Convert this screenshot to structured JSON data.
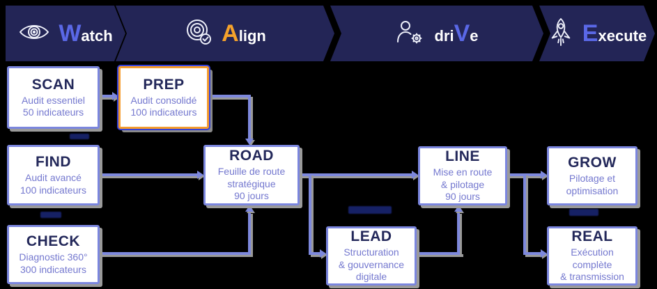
{
  "phases": [
    {
      "name": "Watch",
      "prefix": "",
      "initial": "W",
      "rest": "atch",
      "icon": "eye-icon",
      "initial_color": "#5a68e6"
    },
    {
      "name": "Align",
      "prefix": "",
      "initial": "A",
      "rest": "lign",
      "icon": "radar-check-icon",
      "initial_color": "#f5a22b"
    },
    {
      "name": "driVe",
      "prefix": "dri",
      "initial": "V",
      "rest": "e",
      "icon": "person-gear-icon",
      "initial_color": "#5a68e6"
    },
    {
      "name": "Execute",
      "prefix": "",
      "initial": "E",
      "rest": "xecute",
      "icon": "rocket-icon",
      "initial_color": "#5a68e6"
    }
  ],
  "boxes": {
    "scan": {
      "title": "SCAN",
      "line1": "Audit essentiel",
      "line2": "50 indicateurs"
    },
    "prep": {
      "title": "PREP",
      "line1": "Audit consolidé",
      "line2": "100 indicateurs",
      "highlighted": true
    },
    "find": {
      "title": "FIND",
      "line1": "Audit avancé",
      "line2": "100 indicateurs"
    },
    "road": {
      "title": "ROAD",
      "line1": "Feuille de route",
      "line2": "stratégique",
      "line3": "90 jours"
    },
    "line": {
      "title": "LINE",
      "line1": "Mise en route",
      "line2": "& pilotage",
      "line3": "90 jours"
    },
    "grow": {
      "title": "GROW",
      "line1": "Pilotage et",
      "line2": "optimisation"
    },
    "check": {
      "title": "CHECK",
      "line1": "Diagnostic 360°",
      "line2": "300 indicateurs"
    },
    "lead": {
      "title": "LEAD",
      "line1": "Structuration",
      "line2": "& gouvernance",
      "line3": "digitale"
    },
    "real": {
      "title": "REAL",
      "line1": "Exécution",
      "line2": "complète",
      "line3": "& transmission"
    }
  },
  "connections": [
    {
      "from": "SCAN",
      "to": "PREP"
    },
    {
      "from": "PREP",
      "to": "ROAD"
    },
    {
      "from": "FIND",
      "to": "ROAD"
    },
    {
      "from": "CHECK",
      "to": "ROAD"
    },
    {
      "from": "ROAD",
      "to": "LINE"
    },
    {
      "from": "ROAD",
      "to": "LEAD"
    },
    {
      "from": "LEAD",
      "to": "LINE"
    },
    {
      "from": "LINE",
      "to": "GROW"
    },
    {
      "from": "LINE",
      "to": "REAL"
    }
  ],
  "faint_marks": [
    "below-scan",
    "below-find",
    "above-lead",
    "above-real"
  ],
  "colors": {
    "background": "#000000",
    "banner_bg": "#232556",
    "accent_blue": "#5a68e6",
    "accent_orange": "#f5a22b",
    "box_border": "#7b86de",
    "box_title": "#23285a",
    "box_subtitle": "#7478cf",
    "connector": "#7d88dd",
    "shadow_gray": "#9a9a9a",
    "prep_border": "#f59c2d",
    "prep_glow": "#3642d9"
  }
}
